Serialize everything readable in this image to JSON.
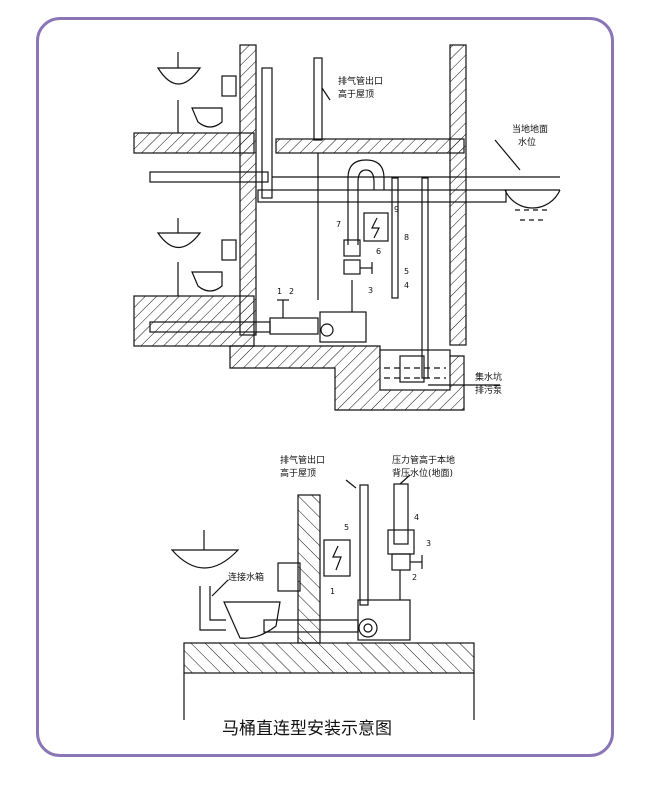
{
  "top": {
    "vent_outlet": "排气管出口",
    "above_roof": "高于屋顶",
    "ground_level_1": "当地地面",
    "ground_level_2": "水位",
    "sump_pit": "集水坑",
    "sewage_pump": "排污泵",
    "nums": [
      "1",
      "2",
      "3",
      "4",
      "5",
      "6",
      "7",
      "8",
      "9"
    ]
  },
  "bottom": {
    "vent_outlet": "排气管出口",
    "above_roof": "高于屋顶",
    "pressure_pipe_1": "压力管高于本地",
    "pressure_pipe_2": "背压水位(地面)",
    "connect_tank": "连接水箱",
    "nums": [
      "1",
      "2",
      "3",
      "4",
      "5"
    ]
  },
  "caption": "马桶直连型安装示意图",
  "colors": {
    "frame": "#8a76b6",
    "line": "#111111"
  }
}
